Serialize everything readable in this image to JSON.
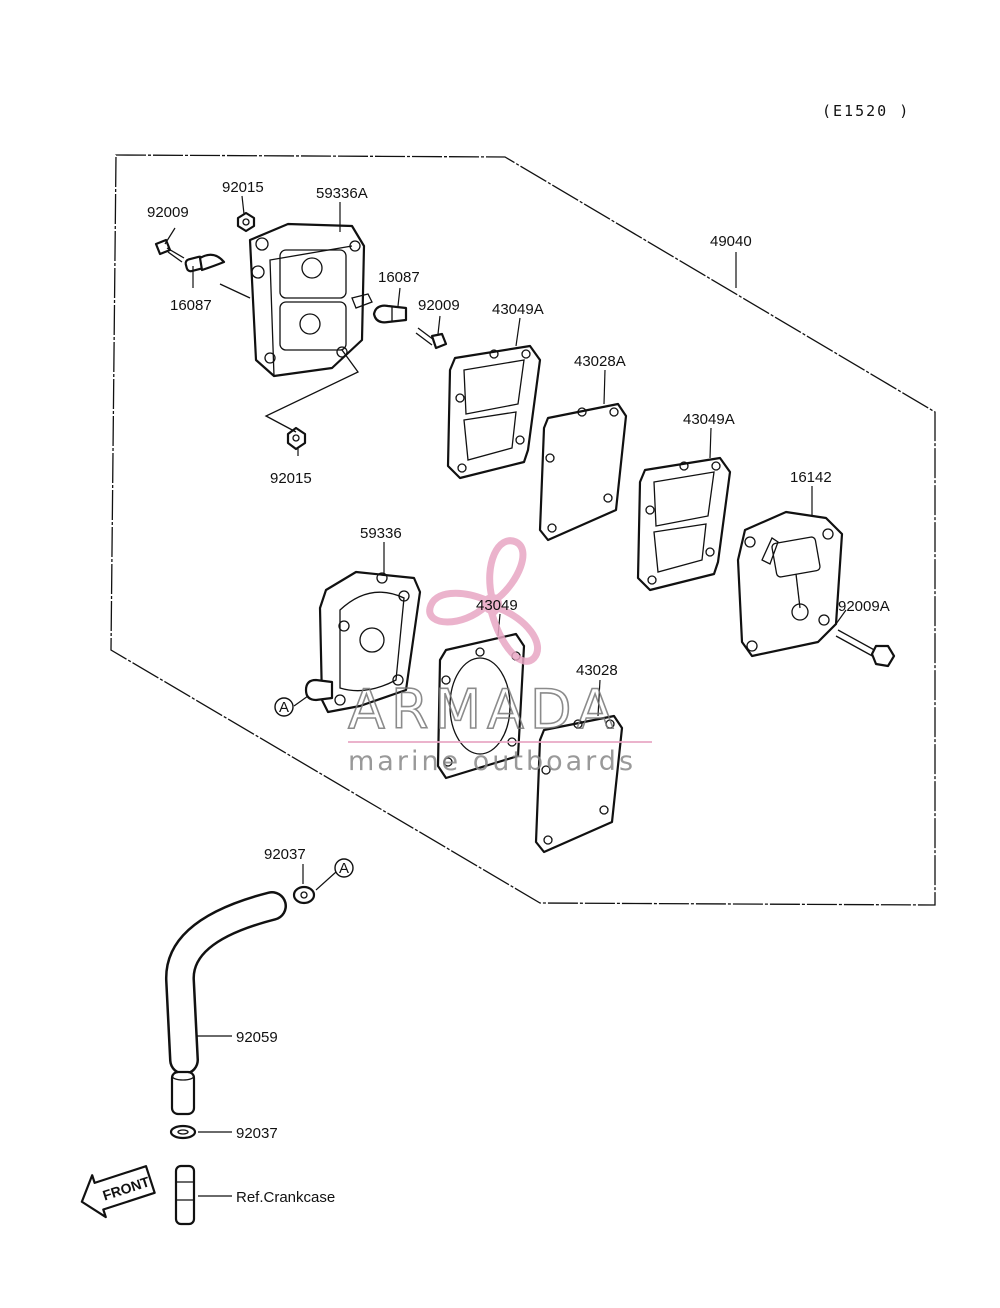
{
  "diagram_code": "(E1520 )",
  "labels": {
    "p92015_top": "92015",
    "p59336A": "59336A",
    "p92009_left": "92009",
    "p16087_left": "16087",
    "p16087_right": "16087",
    "p92009_mid": "92009",
    "p49040": "49040",
    "p43049A_1": "43049A",
    "p43028A": "43028A",
    "p43049A_2": "43049A",
    "p92015_bottom": "92015",
    "p16142": "16142",
    "p59336": "59336",
    "p43049": "43049",
    "p92009A": "92009A",
    "p43028": "43028",
    "ref_A_1": "A",
    "ref_A_2": "A",
    "p92037_top": "92037",
    "p92059": "92059",
    "p92037_bottom": "92037",
    "ref_crankcase": "Ref.Crankcase",
    "front_arrow": "FRONT"
  },
  "watermark": {
    "brand": "ARMADA",
    "tagline": "marine outboards",
    "accent_color": "#e8a6c4"
  }
}
